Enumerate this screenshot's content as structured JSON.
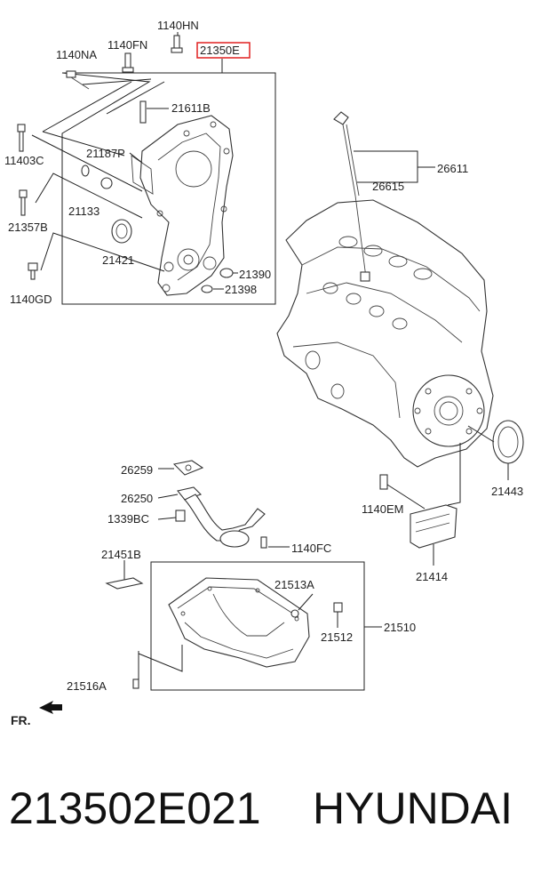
{
  "labels": {
    "p1140HN": "1140HN",
    "p21350E": "21350E",
    "p1140FN": "1140FN",
    "p1140NA": "1140NA",
    "p21611B": "21611B",
    "p11403C": "11403C",
    "p21187P": "21187P",
    "p21133": "21133",
    "p21357B": "21357B",
    "p21421": "21421",
    "p21390": "21390",
    "p21398": "21398",
    "p1140GD": "1140GD",
    "p26611": "26611",
    "p26615": "26615",
    "p21443": "21443",
    "p26259": "26259",
    "p26250": "26250",
    "p1339BC": "1339BC",
    "p1140FC": "1140FC",
    "p1140EM": "1140EM",
    "p21414": "21414",
    "p21451B": "21451B",
    "p21513A": "21513A",
    "p21512": "21512",
    "p21510": "21510",
    "p21516A": "21516A",
    "fr": "FR."
  },
  "highlight_color": "#e02020",
  "footer": {
    "part_number": "213502E021",
    "brand": "HYUNDAI"
  }
}
